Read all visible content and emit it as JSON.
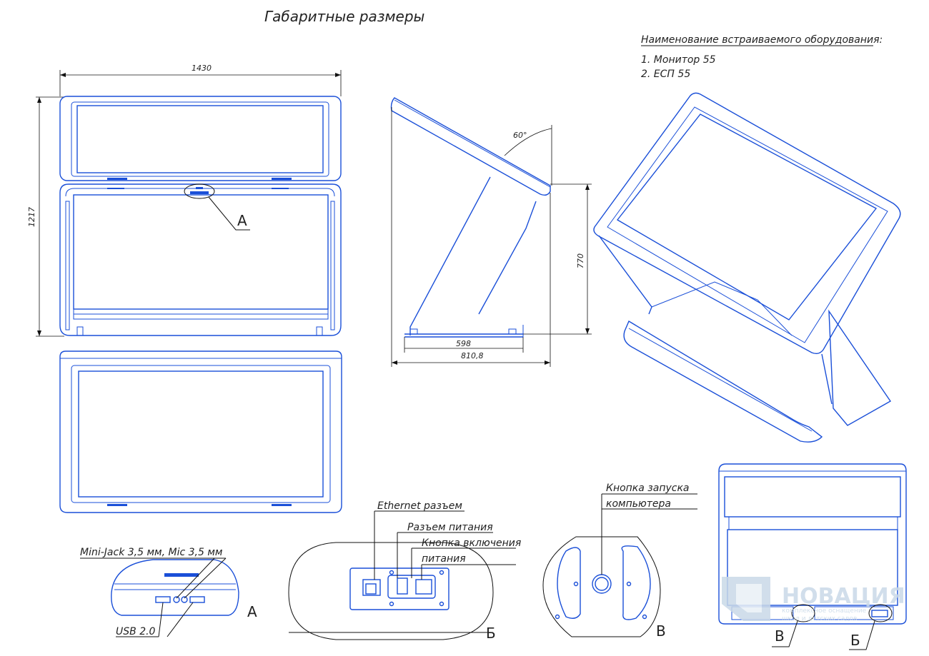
{
  "title": "Габаритные размеры",
  "equipment_heading": "Наименование встраиваемого оборудования:",
  "equipment_items": [
    "1.  Монитор 55",
    "2.  ЕСП 55"
  ],
  "dimensions": {
    "width": "1430",
    "height": "1217",
    "angle": "60°",
    "side_height": "770",
    "depth_base": "598",
    "depth_total": "810,8"
  },
  "callouts": {
    "a": "А",
    "b": "Б",
    "v": "В",
    "mini_jack": "Mini-Jack 3,5 мм, Mic 3,5 мм",
    "usb": "USB 2.0",
    "ethernet": "Ethernet разъем",
    "power_socket": "Разъем питания",
    "power_button_1": "Кнопка включения",
    "power_button_2": "питания",
    "start_button_1": "Кнопка запуска",
    "start_button_2": "компьютера"
  },
  "watermark": {
    "brand": "НОВАЦИЯ",
    "tagline_1": "комплексное оснащение",
    "tagline_2": "школ и детских садов"
  },
  "colors": {
    "line": "#1a4fd8",
    "text": "#222222",
    "watermark": "#c9d9e8"
  }
}
